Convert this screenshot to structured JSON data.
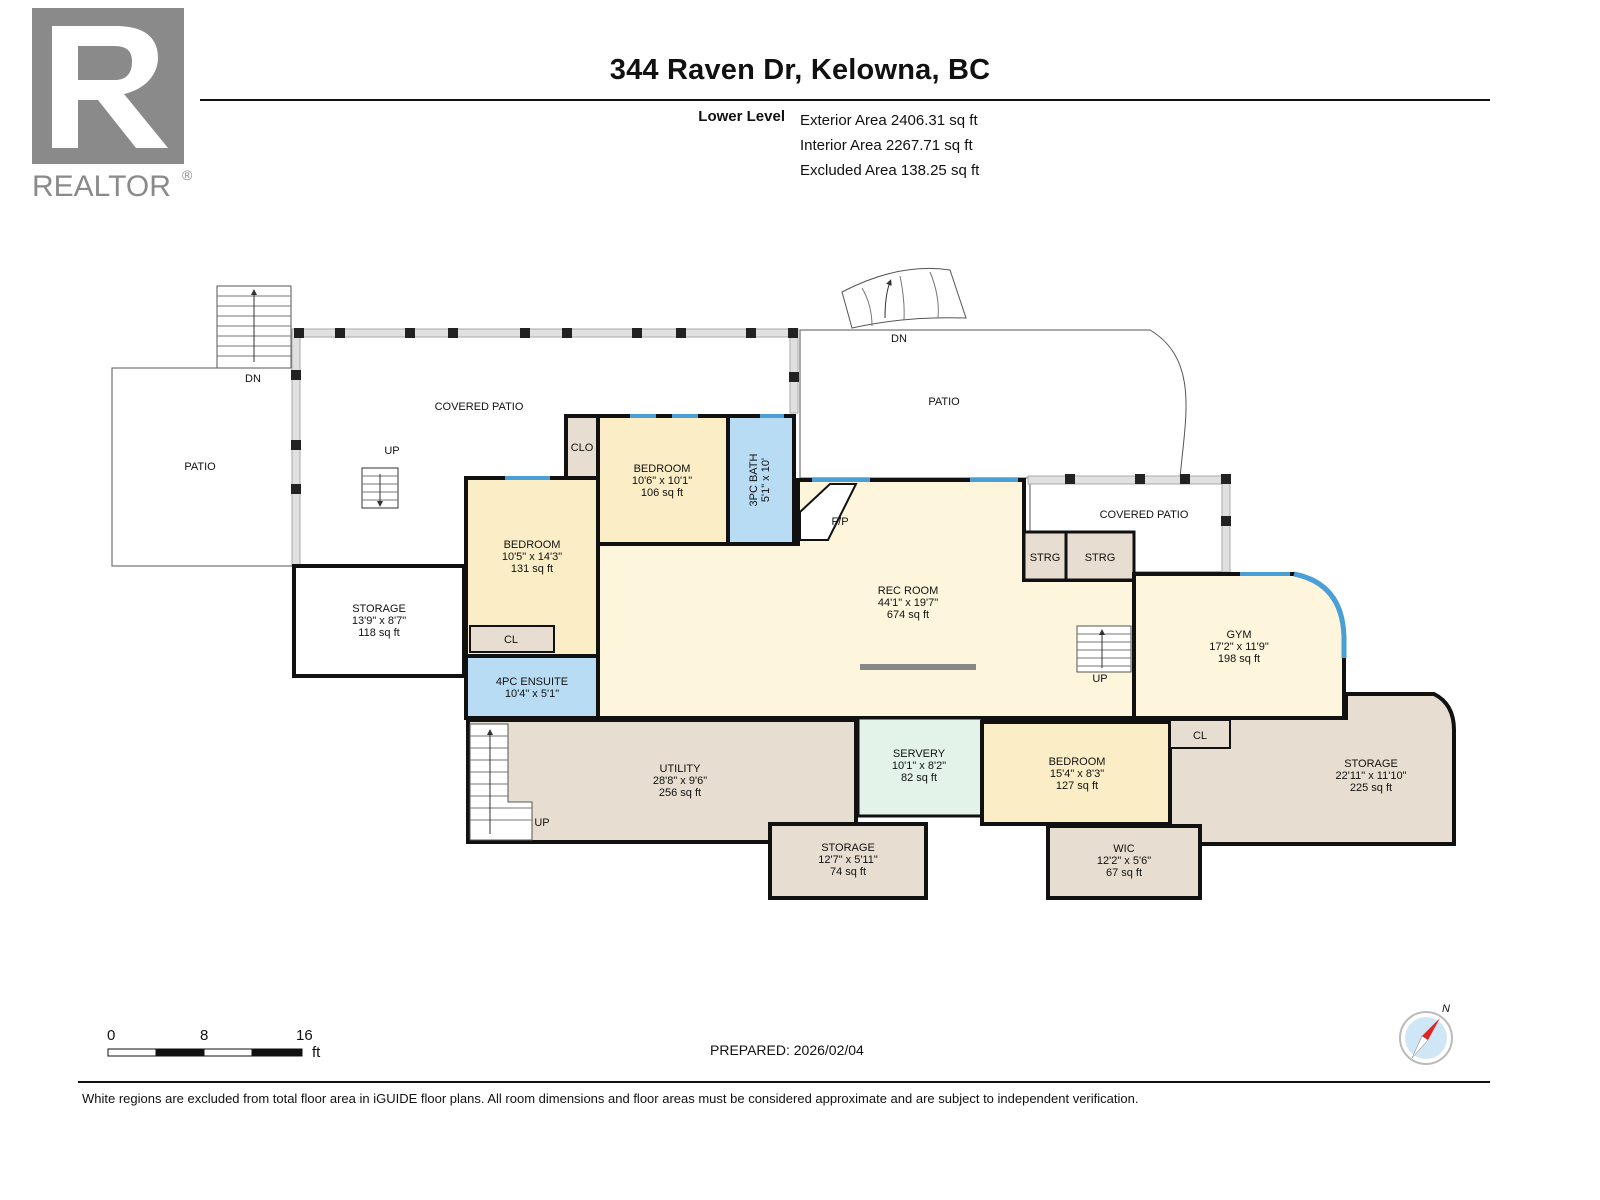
{
  "header": {
    "address": "344 Raven Dr, Kelowna, BC",
    "level": "Lower Level",
    "exterior_area": "Exterior Area 2406.31 sq ft",
    "interior_area": "Interior Area 2267.71 sq ft",
    "excluded_area": "Excluded Area 138.25 sq ft"
  },
  "logo": {
    "text": "REALTOR",
    "mark": "®"
  },
  "colors": {
    "bedroom": "#fbeec6",
    "bath": "#b9dcf5",
    "rec": "#fdf6dc",
    "storage": "#e7ddd0",
    "servery": "#e4f3ea",
    "wall": "#111111",
    "window": "#4a9fd4"
  },
  "rooms": {
    "covered_patio_1": {
      "name": "COVERED PATIO"
    },
    "patio_left": {
      "name": "PATIO"
    },
    "patio_right": {
      "name": "PATIO"
    },
    "covered_patio_2": {
      "name": "COVERED PATIO"
    },
    "storage_1": {
      "name": "STORAGE",
      "dims": "13'9\" x 8'7\"",
      "area": "118 sq ft"
    },
    "bedroom_1": {
      "name": "BEDROOM",
      "dims": "10'5\" x 14'3\"",
      "area": "131 sq ft"
    },
    "bedroom_2": {
      "name": "BEDROOM",
      "dims": "10'6\" x 10'1\"",
      "area": "106 sq ft"
    },
    "bath_3pc": {
      "name": "3PC BATH",
      "dims": "5'1\" x 10'"
    },
    "ensuite_4pc": {
      "name": "4PC ENSUITE",
      "dims": "10'4\" x 5'1\""
    },
    "rec_room": {
      "name": "REC ROOM",
      "dims": "44'1\" x 19'7\"",
      "area": "674 sq ft"
    },
    "gym": {
      "name": "GYM",
      "dims": "17'2\" x 11'9\"",
      "area": "198 sq ft"
    },
    "utility": {
      "name": "UTILITY",
      "dims": "28'8\" x 9'6\"",
      "area": "256 sq ft"
    },
    "servery": {
      "name": "SERVERY",
      "dims": "10'1\" x 8'2\"",
      "area": "82 sq ft"
    },
    "bedroom_3": {
      "name": "BEDROOM",
      "dims": "15'4\" x 8'3\"",
      "area": "127 sq ft"
    },
    "storage_2": {
      "name": "STORAGE",
      "dims": "22'11\" x 11'10\"",
      "area": "225 sq ft"
    },
    "storage_3": {
      "name": "STORAGE",
      "dims": "12'7\" x 5'11\"",
      "area": "74 sq ft"
    },
    "wic": {
      "name": "WIC",
      "dims": "12'2\" x 5'6\"",
      "area": "67 sq ft"
    }
  },
  "small_labels": {
    "clo": "CLO",
    "cl_1": "CL",
    "cl_2": "CL",
    "strg_1": "STRG",
    "strg_2": "STRG",
    "fp": "F/P",
    "dn_1": "DN",
    "dn_2": "DN",
    "up_1": "UP",
    "up_2": "UP",
    "up_3": "UP"
  },
  "scale": {
    "zero": "0",
    "eight": "8",
    "sixteen": "16",
    "unit": "ft"
  },
  "compass": {
    "label": "N"
  },
  "prepared": "PREPARED: 2026/02/04",
  "footer": "White regions are excluded from total floor area in iGUIDE floor plans. All room dimensions and floor areas must be considered approximate and are subject to independent verification."
}
